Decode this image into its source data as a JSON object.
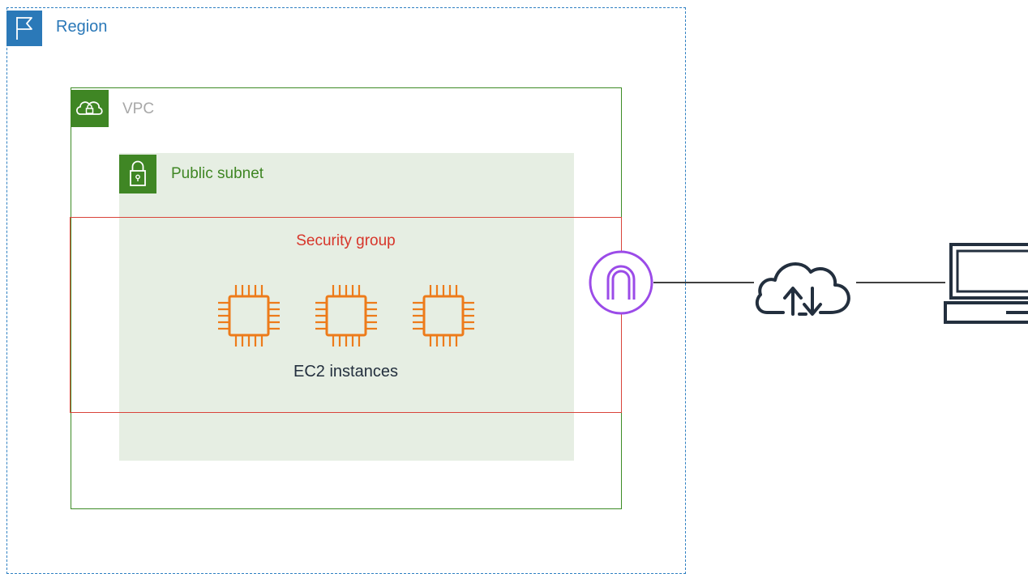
{
  "region": {
    "label": "Region",
    "icon": "flag-icon",
    "color": "#2a78b8"
  },
  "vpc": {
    "label": "VPC",
    "icon": "cloud-lock-icon",
    "color": "#3f8624"
  },
  "subnet": {
    "label": "Public subnet",
    "icon": "padlock-icon",
    "color": "#3f8624",
    "fill": "#e6eee3"
  },
  "security_group": {
    "label": "Security group",
    "color": "#d9433a"
  },
  "ec2": {
    "label": "EC2 instances",
    "count": 3,
    "icon": "ec2-chip-icon",
    "color": "#ed7b1a"
  },
  "internet_gateway": {
    "icon": "internet-gateway-icon",
    "color": "#9b4be8"
  },
  "internet": {
    "icon": "cloud-upload-download-icon"
  },
  "client": {
    "icon": "laptop-icon"
  }
}
